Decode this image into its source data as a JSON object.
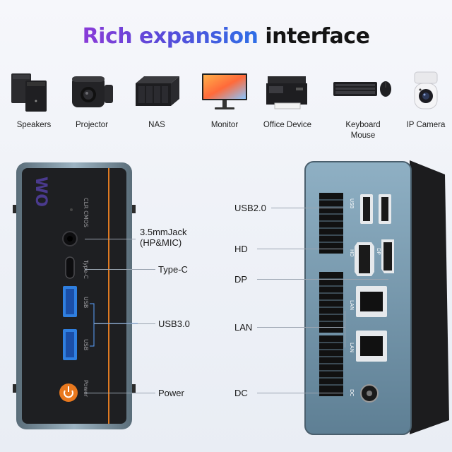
{
  "title": {
    "part1": "Rich expansion",
    "part2": "interface"
  },
  "devices": [
    {
      "label": "Speakers",
      "icon": "speakers-icon"
    },
    {
      "label": "Projector",
      "icon": "projector-icon"
    },
    {
      "label": "NAS",
      "icon": "nas-icon"
    },
    {
      "label": "Monitor",
      "icon": "monitor-icon"
    },
    {
      "label": "Office Device",
      "icon": "printer-icon"
    },
    {
      "label": "Keyboard\nMouse",
      "icon": "keyboard-mouse-icon"
    },
    {
      "label": "IP Camera",
      "icon": "ip-camera-icon"
    }
  ],
  "front_callouts": {
    "jack": "3.5mmJack\n(HP&MIC)",
    "typec": "Type-C",
    "usb3": "USB3.0",
    "power": "Power"
  },
  "back_callouts": {
    "usb2": "USB2.0",
    "hd": "HD",
    "dp": "DP",
    "lan": "LAN",
    "dc": "DC"
  },
  "front_panel_text": {
    "clr": "CLR CMOS",
    "typec": "Type-C",
    "usb1": "USB",
    "usb2": "USB",
    "power": "Power"
  },
  "back_panel_text": {
    "usb": "USB",
    "hd": "HD",
    "dp": "DP",
    "lan1": "LAN",
    "lan2": "LAN",
    "dc": "DC"
  },
  "colors": {
    "title_gradient_start": "#8a3bd8",
    "title_gradient_end": "#2f6fe6",
    "panel": "#1e1f22",
    "usb3_blue": "#2f7fe0",
    "power_orange": "#e8781e",
    "chassis_blue": "#6f90a4"
  }
}
